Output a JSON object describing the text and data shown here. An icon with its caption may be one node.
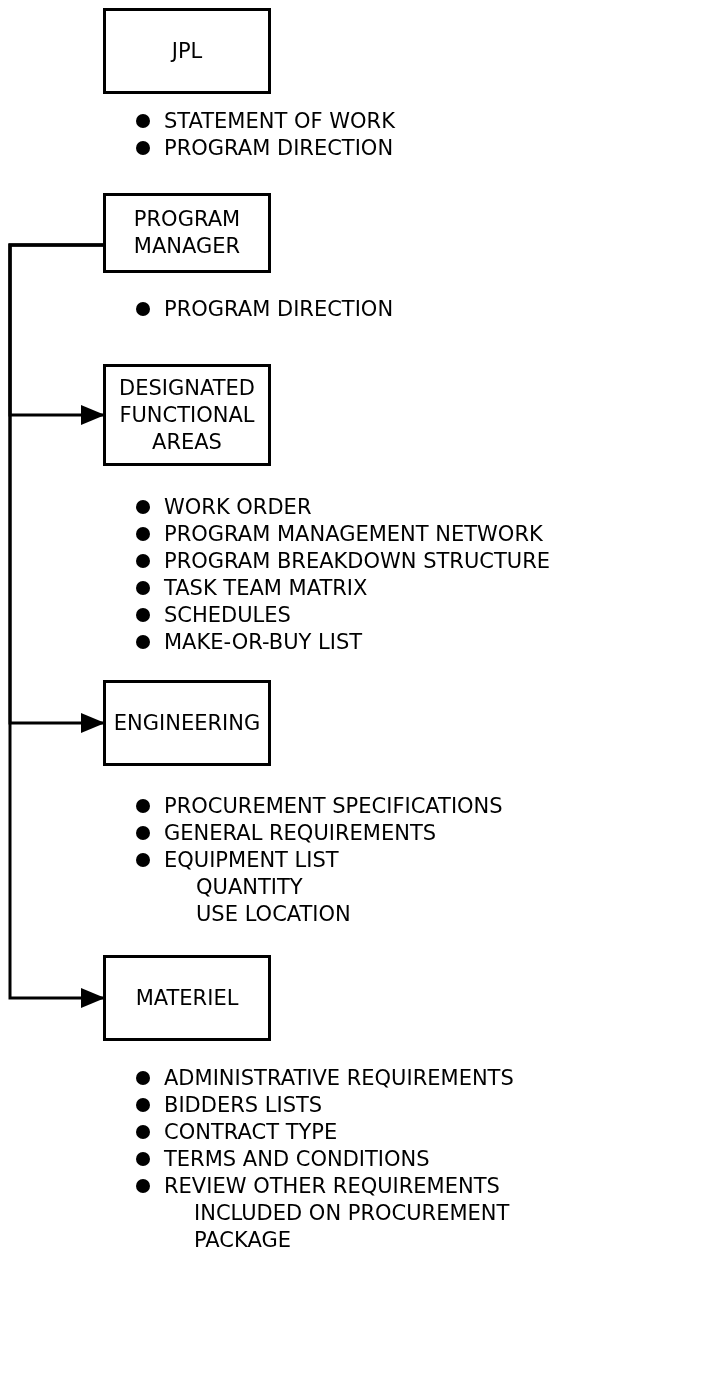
{
  "diagram": {
    "nodes": [
      {
        "text": [
          "JPL"
        ],
        "beside": [
          "STATEMENT OF WORK",
          "PROGRAM DIRECTION"
        ]
      },
      {
        "text": [
          "PROGRAM MANAGER"
        ],
        "beside": [
          "PROGRAM DIRECTION"
        ]
      },
      {
        "text": [
          "DESIGNATED FUNCTIONAL AREAS"
        ],
        "beside": [
          "WORK ORDER",
          "PROGRAM MANAGEMENT NETWORK",
          "PROGRAM BREAKDOWN STRUCTURE",
          "TASK TEAM MATRIX",
          "SCHEDULES",
          "MAKE-OR-BUY LIST"
        ]
      },
      {
        "text": [
          "ENGINEERING"
        ],
        "beside": [
          "PROCUREMENT SPECIFICATIONS",
          "GENERAL REQUIREMENTS",
          "EQUIPMENT LIST",
          "QUANTITY",
          "USE LOCATION"
        ]
      },
      {
        "text": [
          "MATERIEL"
        ],
        "beside": [
          "ADMINISTRATIVE REQUIREMENTS",
          "BIDDERS LISTS",
          "CONTRACT TYPE",
          "TERMS AND CONDITIONS",
          "REVIEW OTHER REQUIREMENTS INCLUDED ON PROCUREMENT PACKAGE"
        ]
      }
    ],
    "edges": [
      {
        "from": 1,
        "to": 2,
        "arrow": "to"
      },
      {
        "from": 1,
        "to": 3,
        "arrow": "to"
      },
      {
        "from": 1,
        "to": 4,
        "arrow": "to"
      }
    ]
  }
}
